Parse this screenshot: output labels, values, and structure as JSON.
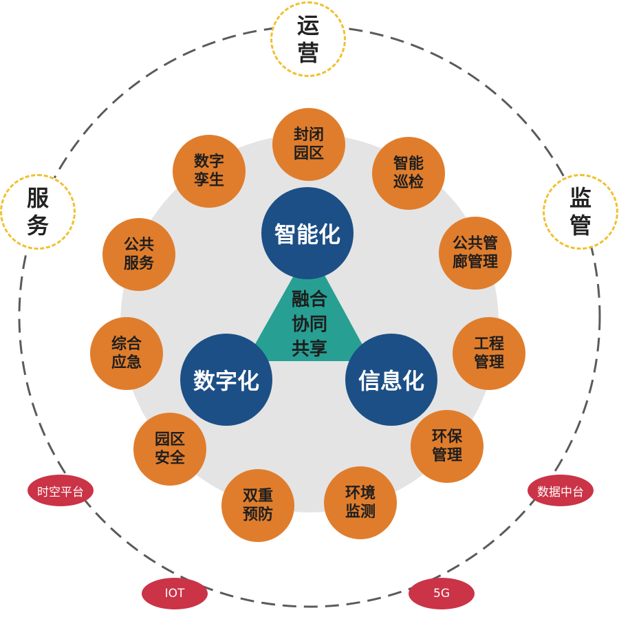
{
  "colors": {
    "orange": "#e07d2c",
    "blue": "#1c4f86",
    "teal": "#27a093",
    "gray": "#e4e4e4",
    "red": "#cb3347",
    "yellow": "#efc12e",
    "ring": "#5a5a5a"
  },
  "core": {
    "lines": [
      "融合",
      "协同",
      "共享"
    ]
  },
  "pillars": {
    "top": "智能化",
    "left": "数字化",
    "right": "信息化"
  },
  "scenarios": [
    {
      "line1": "封闭",
      "line2": "园区"
    },
    {
      "line1": "智能",
      "line2": "巡检"
    },
    {
      "line1": "公共管",
      "line2": "廊管理"
    },
    {
      "line1": "工程",
      "line2": "管理"
    },
    {
      "line1": "环保",
      "line2": "管理"
    },
    {
      "line1": "环境",
      "line2": "监测"
    },
    {
      "line1": "双重",
      "line2": "预防"
    },
    {
      "line1": "园区",
      "line2": "安全"
    },
    {
      "line1": "综合",
      "line2": "应急"
    },
    {
      "line1": "公共",
      "line2": "服务"
    },
    {
      "line1": "数字",
      "line2": "孪生"
    }
  ],
  "outer_nodes": [
    {
      "line1": "运",
      "line2": "营"
    },
    {
      "line1": "监",
      "line2": "管"
    },
    {
      "line1": "服",
      "line2": "务"
    }
  ],
  "platforms": [
    "时空平台",
    "数据中台",
    "IOT",
    "5G"
  ]
}
